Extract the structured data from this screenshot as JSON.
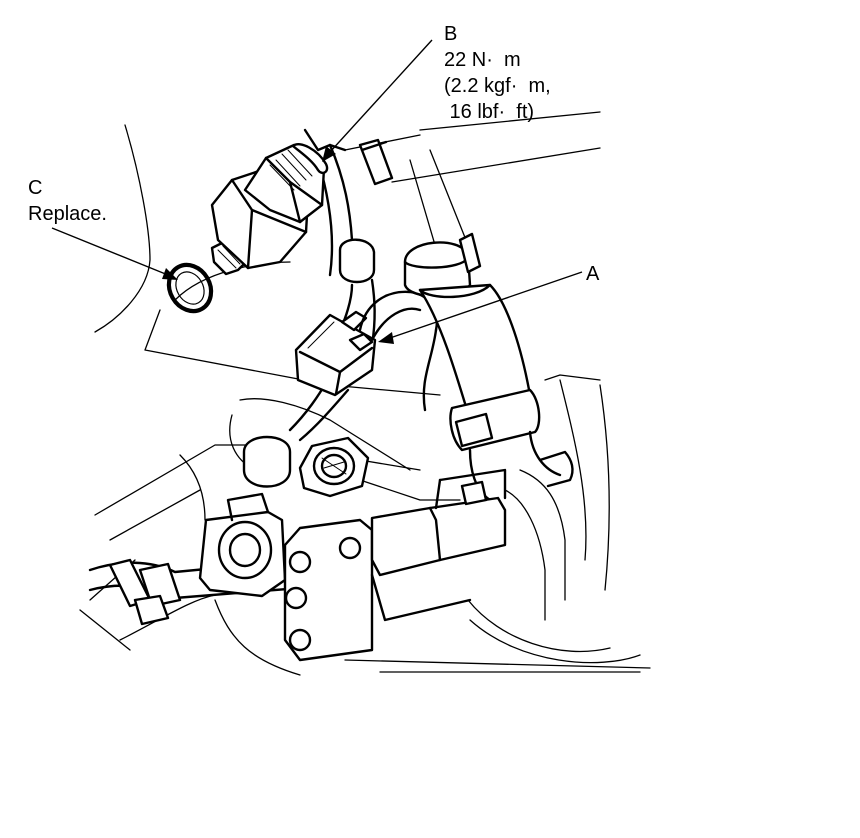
{
  "diagram": {
    "callouts": {
      "a": {
        "letter": "A"
      },
      "b": {
        "letter": "B",
        "torque_line1": "22 N·  m",
        "torque_line2": "(2.2 kgf·  m,",
        "torque_line3": " 16 lbf·  ft)"
      },
      "c": {
        "letter": "C",
        "note": "Replace."
      }
    },
    "colors": {
      "line": "#000000",
      "background": "#ffffff"
    },
    "parts": [
      {
        "id": "A",
        "depicted": "connector"
      },
      {
        "id": "B",
        "depicted": "pressure-switch"
      },
      {
        "id": "C",
        "depicted": "o-ring"
      }
    ]
  }
}
